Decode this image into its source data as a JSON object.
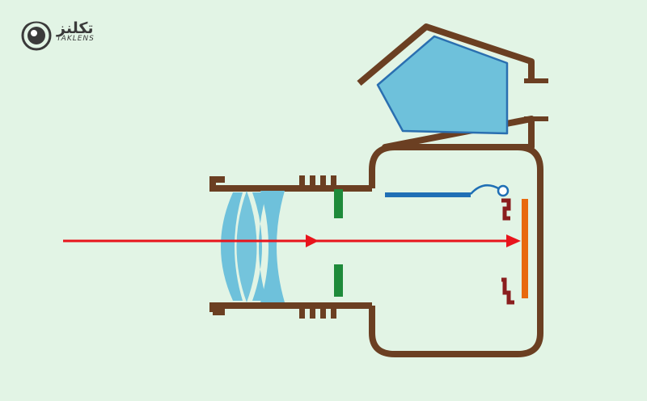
{
  "brand": {
    "name_arabic": "تكلنز",
    "name_latin": "TAKLENS",
    "logo_icon": "camera-lens-logo-icon"
  },
  "colors": {
    "background": "#e2f4e5",
    "body": "#6b3f22",
    "lens_glass": "#6ec1db",
    "prism": "#6ec1db",
    "prism_outline": "#2a6fb0",
    "aperture": "#1e8a3a",
    "mirror": "#1f6fb5",
    "shutter": "#8a1e1e",
    "sensor": "#e8690e",
    "light_ray": "#e8141c"
  },
  "parts": [
    "lens-barrel",
    "lens-elements",
    "aperture-blades",
    "pentaprism",
    "viewfinder-eyepiece",
    "reflex-mirror",
    "shutter-curtains",
    "image-sensor",
    "light-ray"
  ]
}
